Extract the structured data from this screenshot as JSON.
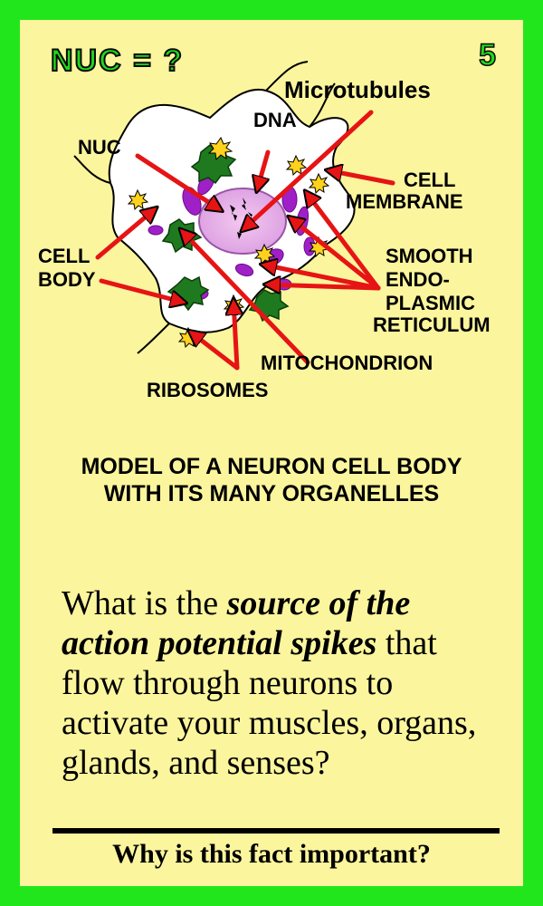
{
  "header": {
    "title": "NUC = ?",
    "card_number": "5"
  },
  "diagram": {
    "labels": {
      "microtubules": "Microtubules",
      "dna": "DNA",
      "nuc": "NUC",
      "cell_membrane_1": "CELL",
      "cell_membrane_2": "MEMBRANE",
      "cell_body_1": "CELL",
      "cell_body_2": "BODY",
      "ser_1": "SMOOTH",
      "ser_2": "ENDO-",
      "ser_3": "PLASMIC",
      "ser_4": "RETICULUM",
      "mitochondrion": "MITOCHONDRION",
      "ribosomes": "RIBOSOMES"
    }
  },
  "caption": {
    "line1": "MODEL OF A NEURON CELL BODY",
    "line2": "WITH ITS MANY ORGANELLES"
  },
  "question": {
    "part1": "What is the ",
    "emphasis": "source of the action potential spikes",
    "part2": " that flow through neurons to activate your muscles, organs, glands, and senses?"
  },
  "footer": {
    "text": "Why is this fact important?"
  },
  "colors": {
    "border": "#22e61c",
    "card": "#fbf59d",
    "arrow": "#e61414",
    "organelle": "#a020c8",
    "green": "#1a6b1a"
  }
}
